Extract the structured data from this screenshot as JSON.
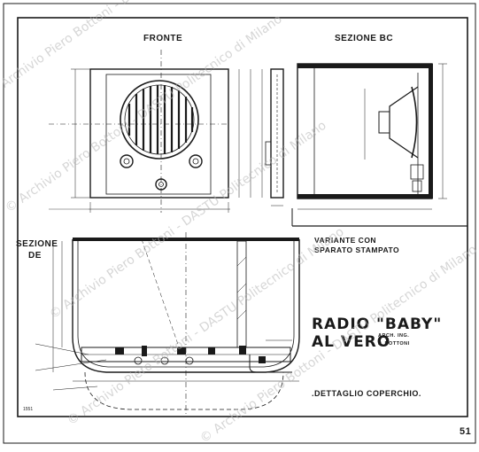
{
  "labels": {
    "fronte": "FRONTE",
    "sezione_bc": "SEZIONE BC",
    "sezione_de_1": "SEZIONE",
    "sezione_de_2": "DE",
    "variante_1": "VARIANTE CON",
    "variante_2": "SPARATO STAMPATO",
    "title_1": "RADIO \"BABY\"",
    "title_2": "AL VERO",
    "author_1": "ARCH. ING.",
    "author_2": "P. BOTTONI",
    "dettaglio": ".DETTAGLIO COPERCHIO.",
    "page_number": "51",
    "archive_number": "1551"
  },
  "watermark": "© Archivio Piero Bottoni - DASTU Politecnico di Milano",
  "colors": {
    "ink": "#1a1a1a",
    "paper": "#ffffff",
    "watermark": "#b5b5b5"
  }
}
